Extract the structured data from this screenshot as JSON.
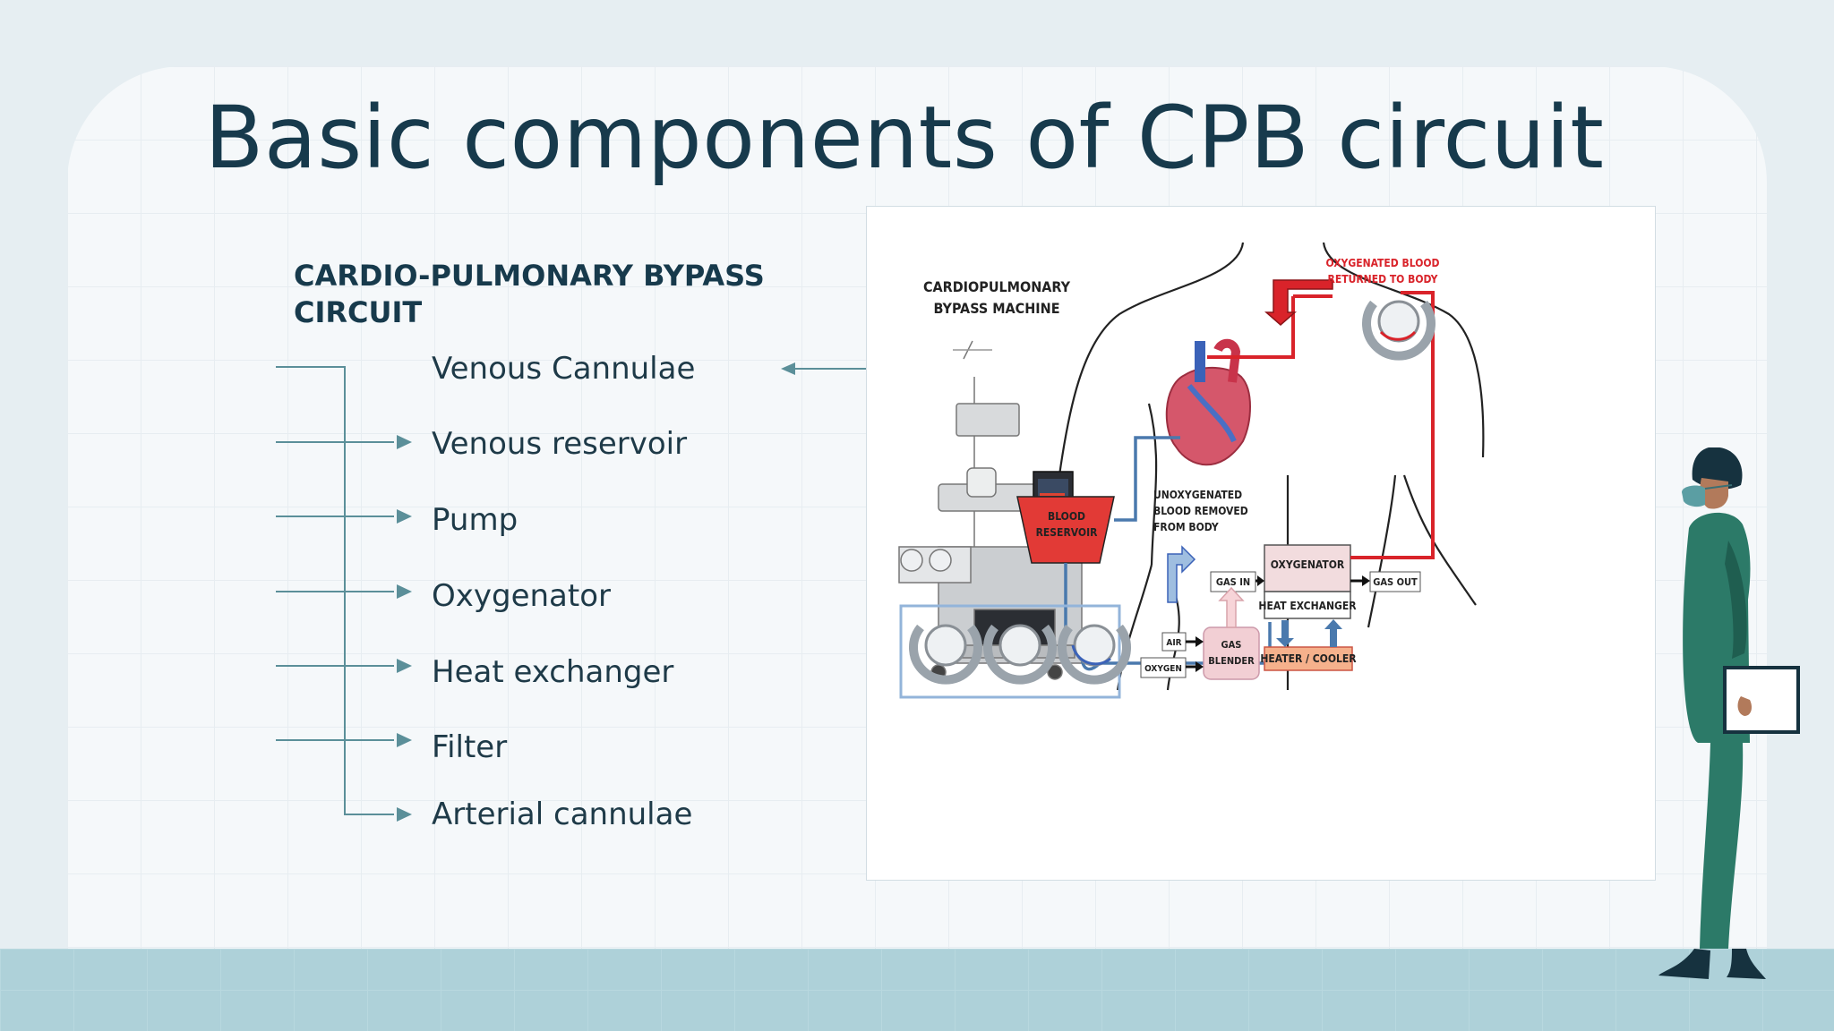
{
  "slide": {
    "title": "Basic components of CPB circuit",
    "subtitle": "CARDIO-PULMONARY BYPASS CIRCUIT",
    "items": [
      "Venous Cannulae",
      "Venous reservoir",
      "Pump",
      "Oxygenator",
      "Heat exchanger",
      "Filter",
      "Arterial cannulae"
    ]
  },
  "diagram": {
    "machine_label_1": "CARDIOPULMONARY",
    "machine_label_2": "BYPASS MACHINE",
    "oxy_returned_1": "OXYGENATED BLOOD",
    "oxy_returned_2": "RETURNED TO BODY",
    "unoxy_1": "UNOXYGENATED",
    "unoxy_2": "BLOOD REMOVED",
    "unoxy_3": "FROM BODY",
    "reservoir_1": "BLOOD",
    "reservoir_2": "RESERVOIR",
    "oxygenator": "OXYGENATOR",
    "heat_exchanger": "HEAT EXCHANGER",
    "heater_cooler": "HEATER / COOLER",
    "gas_in": "GAS IN",
    "gas_out": "GAS OUT",
    "air": "AIR",
    "oxygen": "OXYGEN",
    "gas_blender_1": "GAS",
    "gas_blender_2": "BLENDER"
  },
  "colors": {
    "title": "#173a4c",
    "accent_line": "#5b8f99",
    "oxygenated": "#d9232a",
    "deoxygenated": "#4a79ad",
    "floor": "#aed1d9",
    "scrubs": "#2c7a68"
  }
}
